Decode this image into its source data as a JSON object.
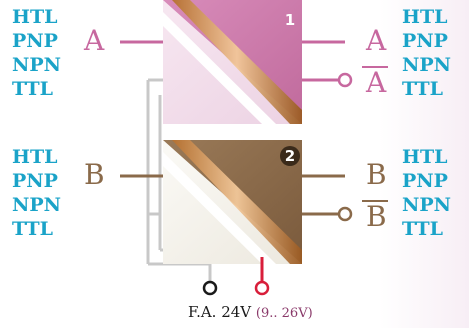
{
  "logic_types": [
    "HTL",
    "PNP",
    "NPN",
    "TTL"
  ],
  "channels": [
    {
      "number": "1",
      "input_label": "A",
      "output_label": "A",
      "output_inverted_label": "A",
      "color": "#c7689f"
    },
    {
      "number": "2",
      "input_label": "B",
      "output_label": "B",
      "output_inverted_label": "B",
      "color": "#8a6a4a"
    }
  ],
  "supply": {
    "label": "F.A. 24V",
    "range": "(9.. 26V)",
    "negative_color": "#1a1a1a",
    "positive_color": "#d81e3a"
  },
  "colors": {
    "logic_text": "#1aa3c8",
    "gnd_wire": "#c8c8c8"
  }
}
